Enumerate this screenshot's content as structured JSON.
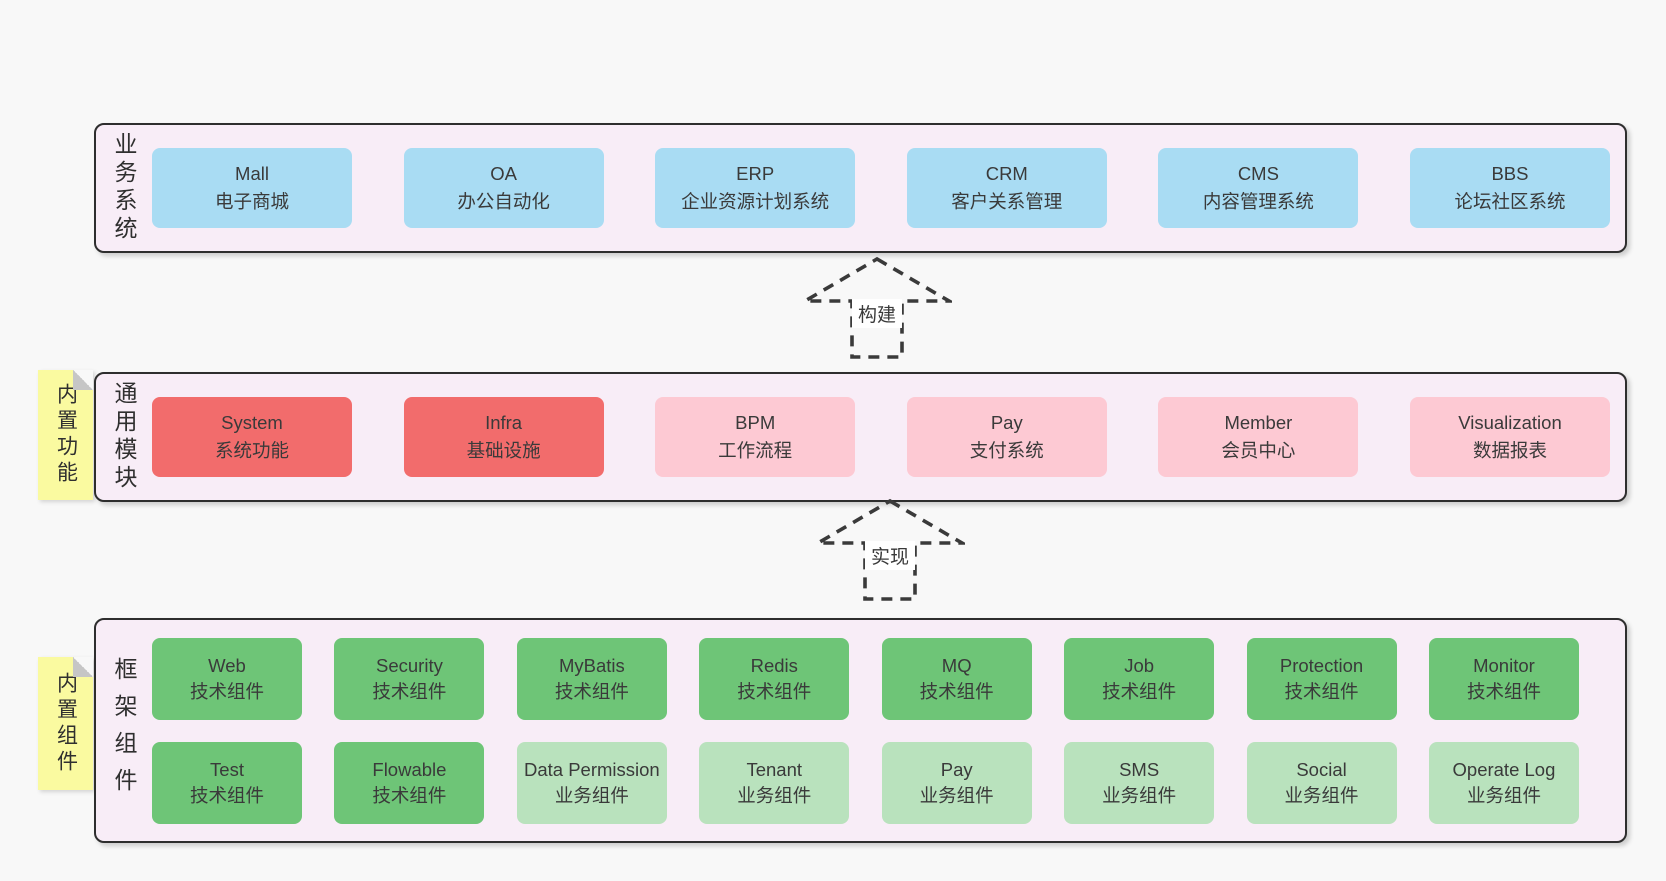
{
  "diagram": {
    "colors": {
      "page_background": "#f8f8f8",
      "section_background": "#f8edf7",
      "section_border": "#2e2e2e",
      "blue_box": "#a9dcf3",
      "red_box": "#f26c6c",
      "pink_box": "#fdc9d3",
      "green_box": "#6ec577",
      "light_green_box": "#b9e2bd",
      "sticky_note": "#fafaa0",
      "text": "#3a3a3a"
    },
    "sections": [
      {
        "label": "业务系统",
        "boxes": [
          {
            "title": "Mall",
            "subtitle": "电子商城"
          },
          {
            "title": "OA",
            "subtitle": "办公自动化"
          },
          {
            "title": "ERP",
            "subtitle": "企业资源计划系统"
          },
          {
            "title": "CRM",
            "subtitle": "客户关系管理"
          },
          {
            "title": "CMS",
            "subtitle": "内容管理系统"
          },
          {
            "title": "BBS",
            "subtitle": "论坛社区系统"
          }
        ]
      },
      {
        "label": "通用模块",
        "note": "内置功能",
        "boxes": [
          {
            "title": "System",
            "subtitle": "系统功能"
          },
          {
            "title": "Infra",
            "subtitle": "基础设施"
          },
          {
            "title": "BPM",
            "subtitle": "工作流程"
          },
          {
            "title": "Pay",
            "subtitle": "支付系统"
          },
          {
            "title": "Member",
            "subtitle": "会员中心"
          },
          {
            "title": "Visualization",
            "subtitle": "数据报表"
          }
        ]
      },
      {
        "label": "框架组件",
        "note": "内置组件",
        "rows": [
          [
            {
              "title": "Web",
              "subtitle": "技术组件"
            },
            {
              "title": "Security",
              "subtitle": "技术组件"
            },
            {
              "title": "MyBatis",
              "subtitle": "技术组件"
            },
            {
              "title": "Redis",
              "subtitle": "技术组件"
            },
            {
              "title": "MQ",
              "subtitle": "技术组件"
            },
            {
              "title": "Job",
              "subtitle": "技术组件"
            },
            {
              "title": "Protection",
              "subtitle": "技术组件"
            },
            {
              "title": "Monitor",
              "subtitle": "技术组件"
            }
          ],
          [
            {
              "title": "Test",
              "subtitle": "技术组件"
            },
            {
              "title": "Flowable",
              "subtitle": "技术组件"
            },
            {
              "title": "Data Permission",
              "subtitle": "业务组件"
            },
            {
              "title": "Tenant",
              "subtitle": "业务组件"
            },
            {
              "title": "Pay",
              "subtitle": "业务组件"
            },
            {
              "title": "SMS",
              "subtitle": "业务组件"
            },
            {
              "title": "Social",
              "subtitle": "业务组件"
            },
            {
              "title": "Operate Log",
              "subtitle": "业务组件"
            }
          ]
        ]
      }
    ],
    "arrows": [
      {
        "label": "构建"
      },
      {
        "label": "实现"
      }
    ]
  }
}
